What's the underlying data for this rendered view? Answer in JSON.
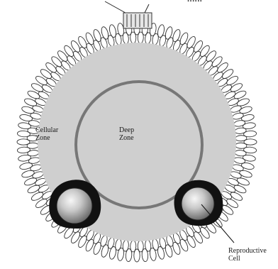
{
  "labels": {
    "cellular_zone": [
      "Cellular",
      "Zone"
    ],
    "deep_zone": [
      "Deep",
      "Zone"
    ],
    "reproductive_cell": [
      "Reproductive",
      "Cell"
    ],
    "top_cut_text": "......"
  },
  "colors": {
    "background": "#ffffff",
    "cell_body_fill": "#cfcfcf",
    "inner_ring": "#777777",
    "membrane_ink": "#333333",
    "blob_dark": "#111111",
    "sphere_light": "#f2f2f2",
    "sphere_dark": "#7a7a7a"
  }
}
